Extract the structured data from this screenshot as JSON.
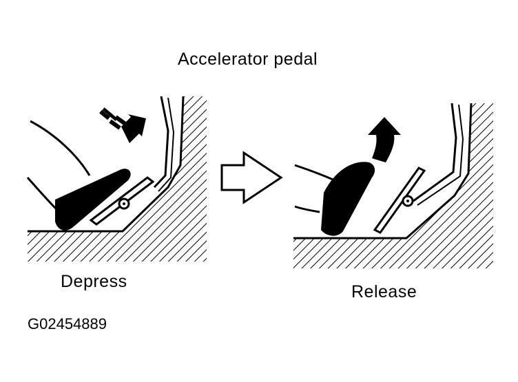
{
  "diagram": {
    "title": "Accelerator pedal",
    "left_caption": "Depress",
    "right_caption": "Release",
    "figure_id": "G02454889"
  },
  "icons": {
    "depress_arrow": "dashed-down-right-arrow-icon",
    "transition_arrow": "outline-right-arrow-icon",
    "release_arrow": "curved-up-arrow-icon"
  },
  "colors": {
    "ink": "#000000",
    "paper": "#ffffff"
  }
}
